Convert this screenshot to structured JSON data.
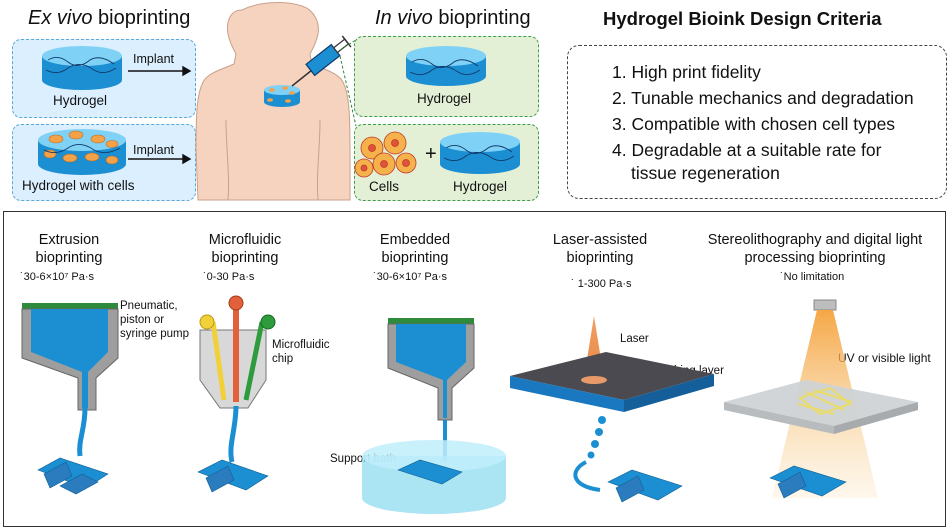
{
  "top": {
    "ex_vivo": {
      "title_italic": "Ex vivo",
      "title_rest": " bioprinting",
      "box1_label": "Hydrogel",
      "box2_label": "Hydrogel with cells",
      "arrow1": "Implant",
      "arrow2": "Implant"
    },
    "in_vivo": {
      "title_italic": "In vivo",
      "title_rest": " bioprinting",
      "box1_label": "Hydrogel",
      "cells_label": "Cells",
      "plus": "+",
      "box2_label": "Hydrogel"
    },
    "criteria": {
      "title": "Hydrogel Bioink Design Criteria",
      "items": [
        "1. High print fidelity",
        "2. Tunable mechanics and degradation",
        "3. Compatible with chosen cell types",
        "4. Degradable at a suitable rate for"
      ],
      "item4_cont": "tissue regeneration"
    }
  },
  "methods": [
    {
      "title1": "Extrusion",
      "title2": "bioprinting",
      "viscosity": "˙30-6×10⁷ Pa·s",
      "annotations": [
        "Pneumatic,",
        "piston or",
        "syringe pump"
      ]
    },
    {
      "title1": "Microfluidic",
      "title2": "bioprinting",
      "viscosity": "˙0-30 Pa·s",
      "annotations": [
        "Microfluidic",
        "chip"
      ]
    },
    {
      "title1": "Embedded",
      "title2": "bioprinting",
      "viscosity": "˙30-6×10⁷ Pa·s",
      "annotations": [
        "Support bath"
      ]
    },
    {
      "title1": "Laser-assisted",
      "title2": "bioprinting",
      "viscosity": "˙ 1-300 Pa·s",
      "annotations": [
        "Laser",
        "Absorbing layer"
      ]
    },
    {
      "title1": "Stereolithography and digital light",
      "title2": "processing bioprinting",
      "viscosity": "˙No limitation",
      "annotations": [
        "UV or visible light"
      ]
    }
  ],
  "colors": {
    "hydrogel_blue": "#1d90d6",
    "box_blue": "#dcefff",
    "box_green": "#e4f0d6",
    "body_skin": "#f6d3bf",
    "nozzle_grey": "#9a9a9a",
    "green_cap": "#2e8b3c",
    "laser_orange": "#f08a3c"
  }
}
